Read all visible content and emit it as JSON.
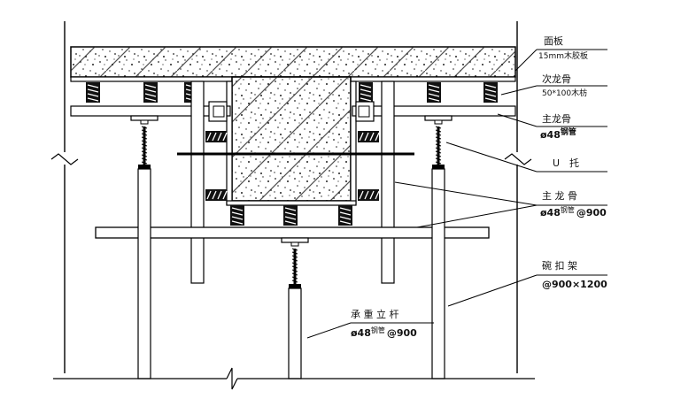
{
  "labels": {
    "panel": {
      "title": "面板",
      "spec": "15mm木胶板"
    },
    "secondary_joist": {
      "title": "次龙骨",
      "spec": "50*100木枋"
    },
    "main_joist_top": {
      "title": "主龙骨",
      "spec_prefix": "ø48",
      "spec_sup": "钢管"
    },
    "u_bracket": {
      "title": "U　托"
    },
    "main_joist_bottom": {
      "title": "主 龙 骨",
      "spec_prefix": "ø48",
      "spec_sup": "钢管",
      "spec_suffix": "@900"
    },
    "cuplock": {
      "title": "碗 扣 架",
      "spec": "@900×1200"
    },
    "bearing_pole": {
      "title": "承 重 立 杆",
      "spec_prefix": "ø48",
      "spec_sup": "钢管",
      "spec_suffix": "@900"
    }
  },
  "colors": {
    "line": "#000000",
    "hatch": "#222222",
    "background": "#ffffff"
  }
}
